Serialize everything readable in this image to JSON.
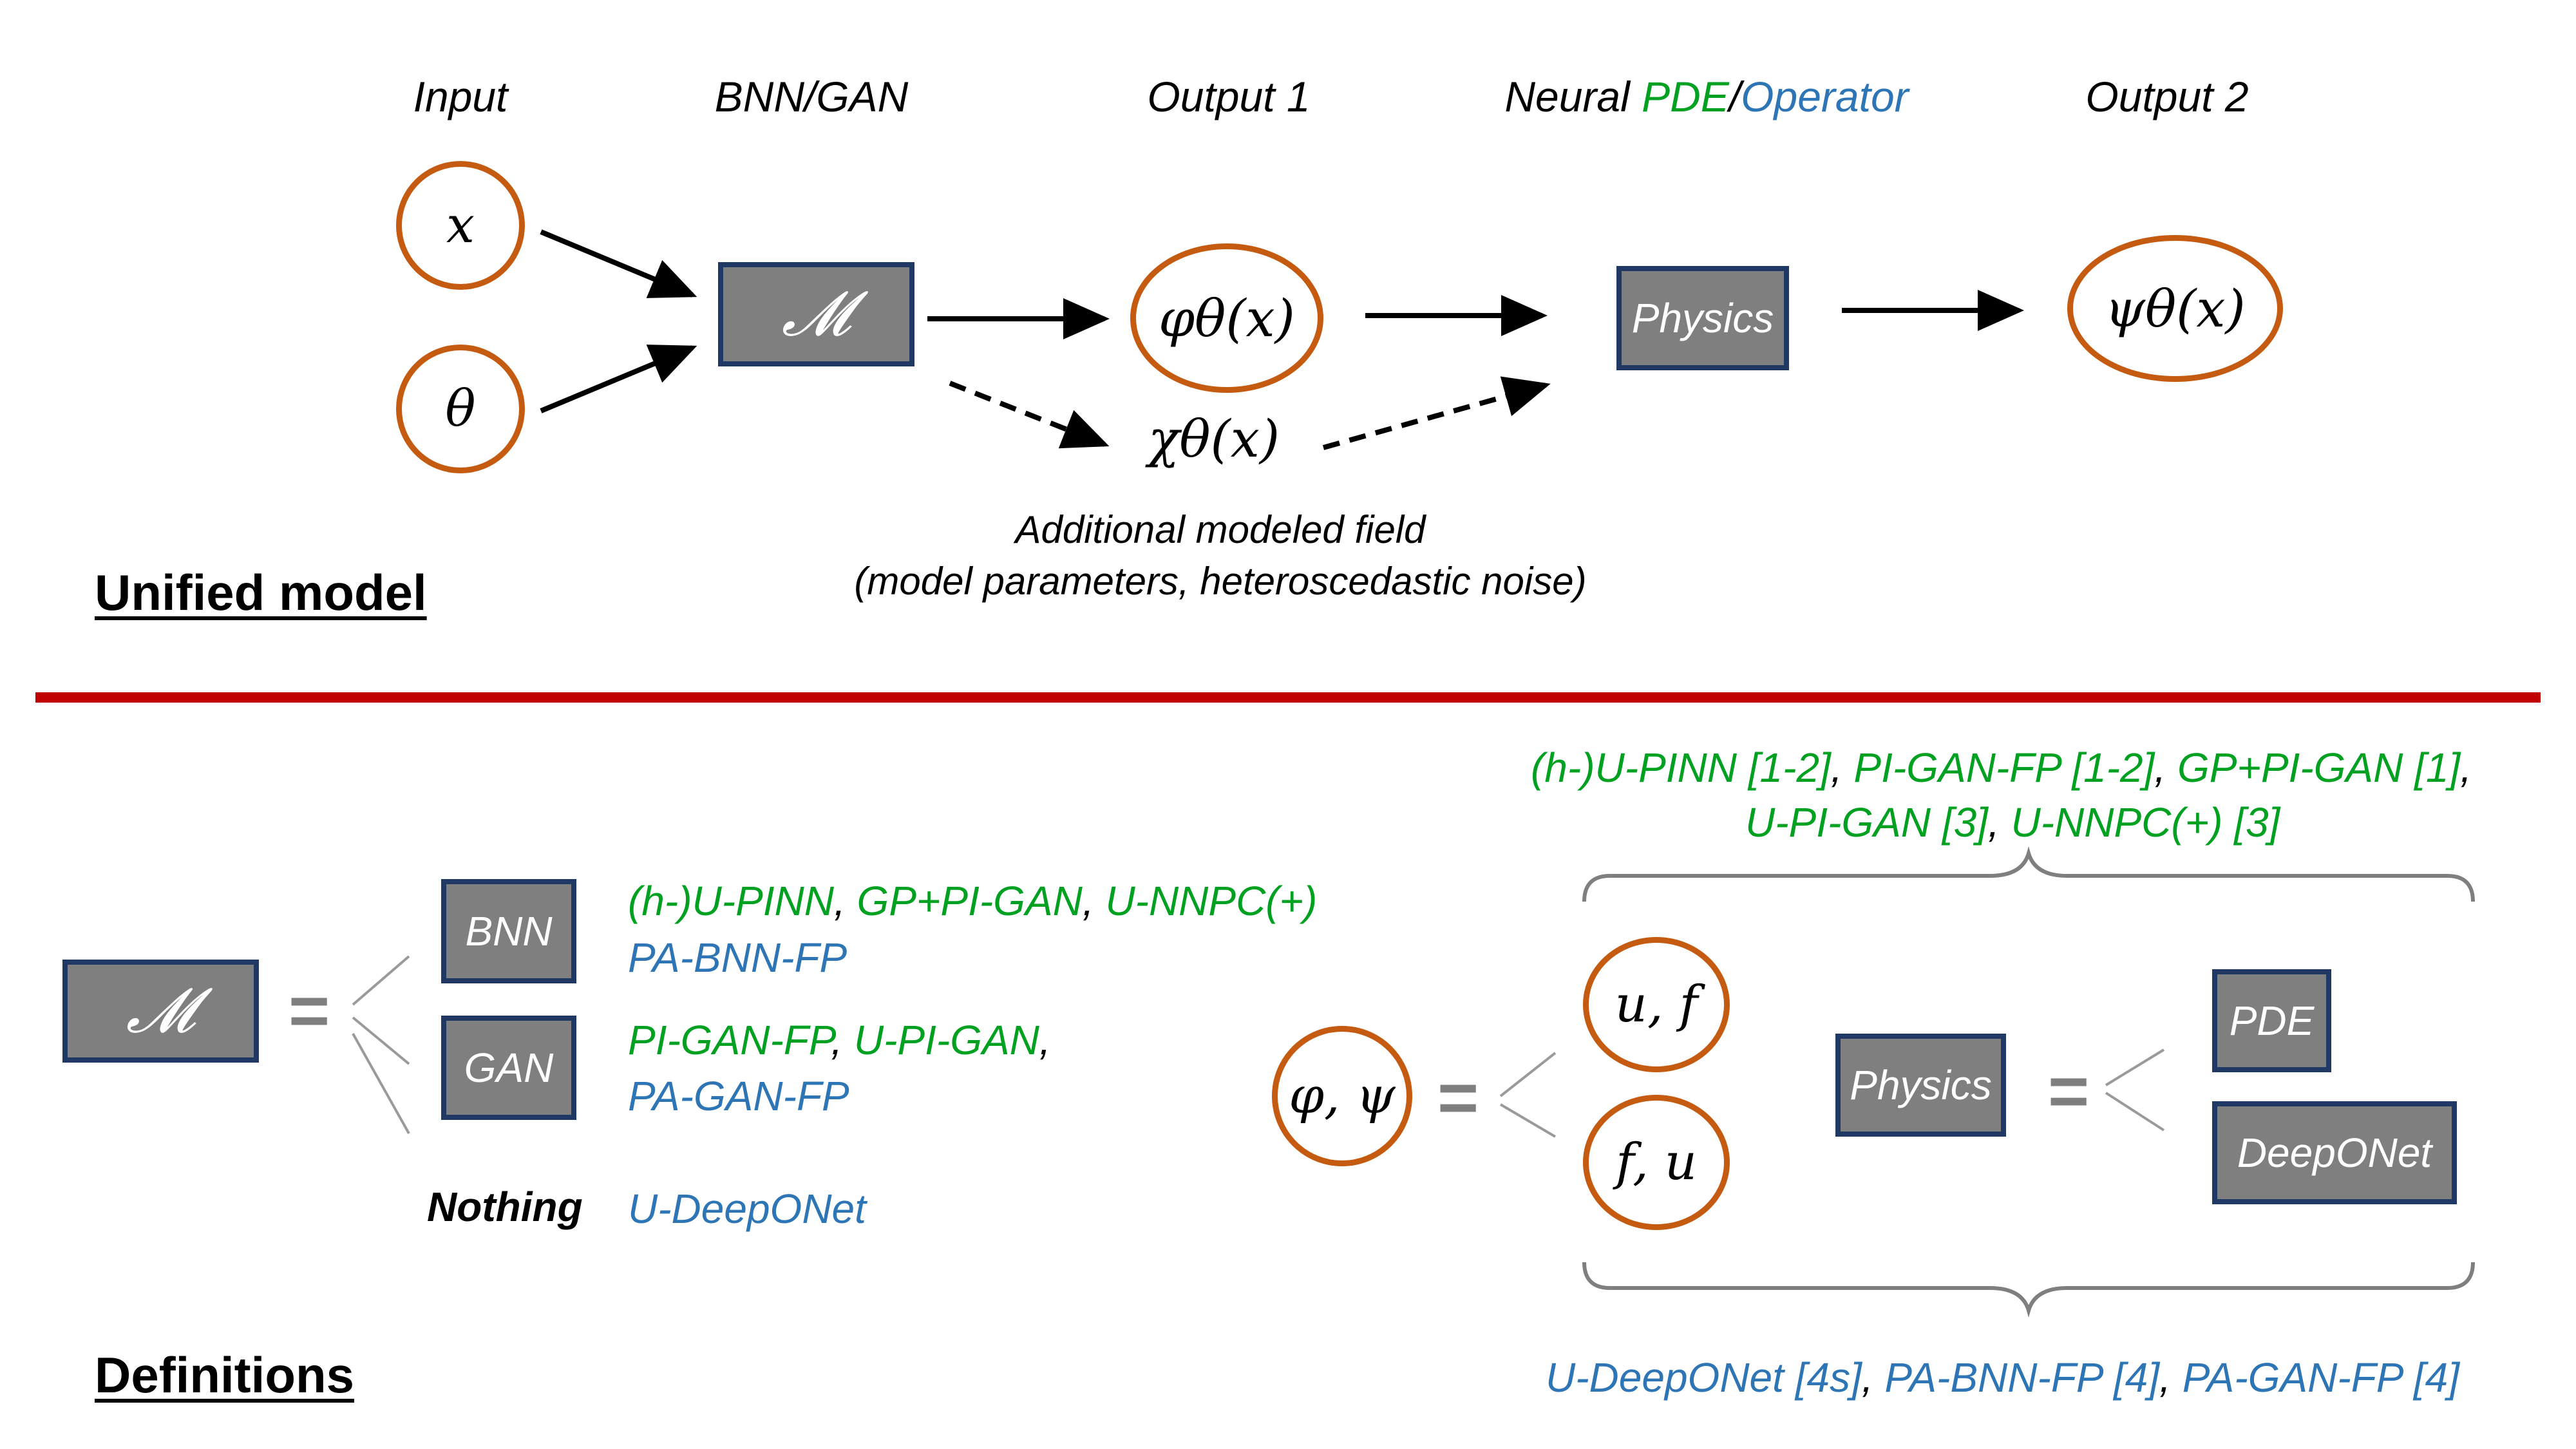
{
  "top": {
    "headers": {
      "input": "Input",
      "bnn_gan": "BNN/GAN",
      "output1": "Output 1",
      "neural": "Neural ",
      "pde": "PDE",
      "slash": "/",
      "operator": "Operator",
      "output2": "Output 2"
    },
    "nodes": {
      "x": "x",
      "theta": "θ",
      "model": "𝓜",
      "phi": "φθ(x)",
      "chi": "χθ(x)",
      "physics": "Physics",
      "psi": "ψθ(x)"
    },
    "note_line1": "Additional modeled field",
    "note_line2": "(model parameters, heteroscedastic noise)",
    "section_title": "Unified model"
  },
  "bottom": {
    "section_title": "Definitions",
    "model_symbol": "𝓜",
    "equals": "=",
    "bnn": "BNN",
    "gan": "GAN",
    "nothing": "Nothing",
    "bnn_methods": {
      "m1": "(h-)U-PINN",
      "sep1": ", ",
      "m2": "GP+PI-GAN",
      "sep2": ", ",
      "m3": "U-NNPC(+)",
      "m4": "PA-BNN-FP"
    },
    "gan_methods": {
      "m1": "PI-GAN-FP",
      "sep1": ", ",
      "m2": "U-PI-GAN",
      "sep2": ",",
      "m3": "PA-GAN-FP"
    },
    "nothing_methods": "U-DeepONet",
    "phi_psi": "φ, ψ",
    "u_f": "u, f",
    "f_u": "f, u",
    "physics": "Physics",
    "pde": "PDE",
    "deeponet": "DeepONet",
    "top_refs": {
      "line1_a": "(h-)U-PINN [1-2]",
      "line1_sep1": ", ",
      "line1_b": "PI-GAN-FP [1-2]",
      "line1_sep2": ", ",
      "line1_c": "GP+PI-GAN [1]",
      "line1_sep3": ",",
      "line2_a": "U-PI-GAN [3]",
      "line2_sep": ", ",
      "line2_b": "U-NNPC(+) [3]"
    },
    "bottom_refs": {
      "a": "U-DeepONet [4s]",
      "sep1": ", ",
      "b": "PA-BNN-FP [4]",
      "sep2": ", ",
      "c": "PA-GAN-FP [4]"
    }
  },
  "colors": {
    "circle_border": "#c55a11",
    "box_fill": "#7f7f7f",
    "box_border": "#1f3864",
    "green": "#00a020",
    "blue": "#2e75b6",
    "divider": "#c00000"
  }
}
